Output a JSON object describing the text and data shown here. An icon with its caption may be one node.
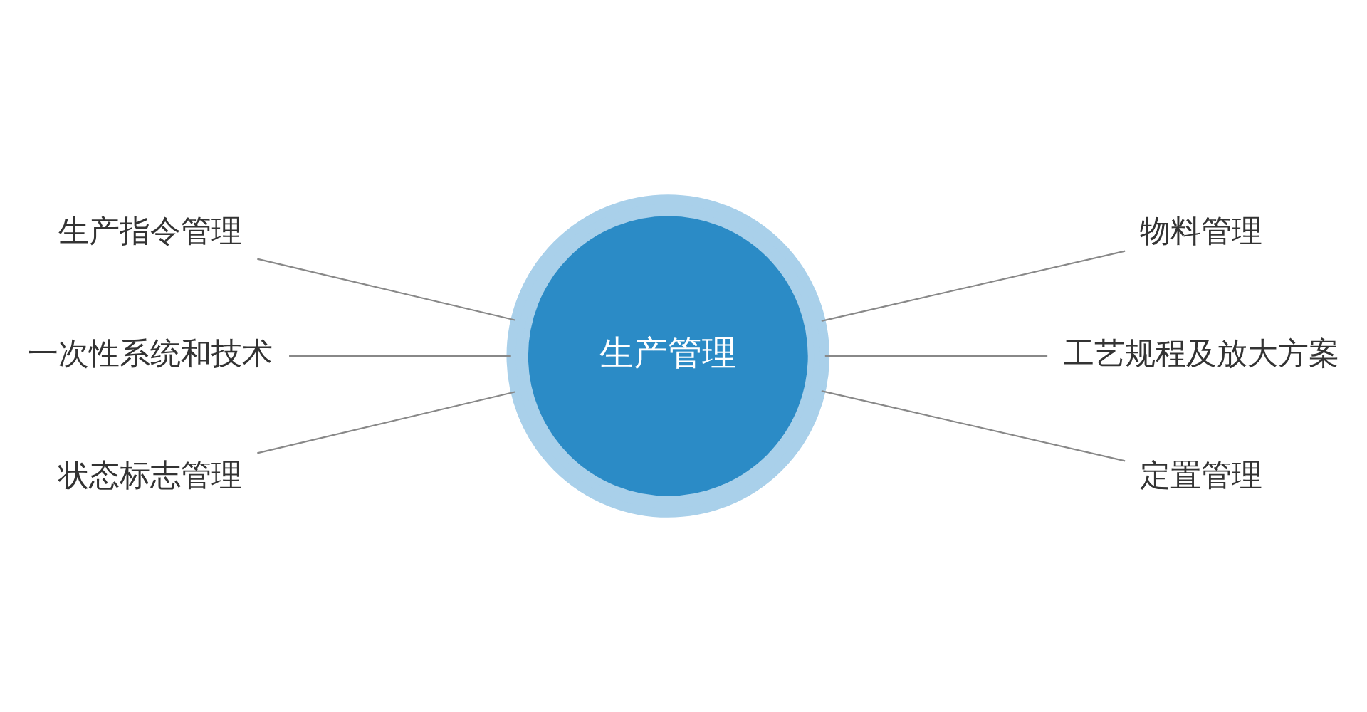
{
  "diagram": {
    "nodes": [
      {
        "text": [
          "生产管理"
        ]
      },
      {
        "text": [
          "生产指令管理"
        ]
      },
      {
        "text": [
          "一次性系统和技术"
        ]
      },
      {
        "text": [
          "状态标志管理"
        ]
      },
      {
        "text": [
          "物料管理"
        ]
      },
      {
        "text": [
          "工艺规程及放大方案"
        ]
      },
      {
        "text": [
          "定置管理"
        ]
      }
    ],
    "edges": [
      {
        "from": 1,
        "to": 0,
        "arrow": "none"
      },
      {
        "from": 2,
        "to": 0,
        "arrow": "none"
      },
      {
        "from": 3,
        "to": 0,
        "arrow": "none"
      },
      {
        "from": 0,
        "to": 4,
        "arrow": "none"
      },
      {
        "from": 0,
        "to": 5,
        "arrow": "none"
      },
      {
        "from": 0,
        "to": 6,
        "arrow": "none"
      }
    ]
  }
}
